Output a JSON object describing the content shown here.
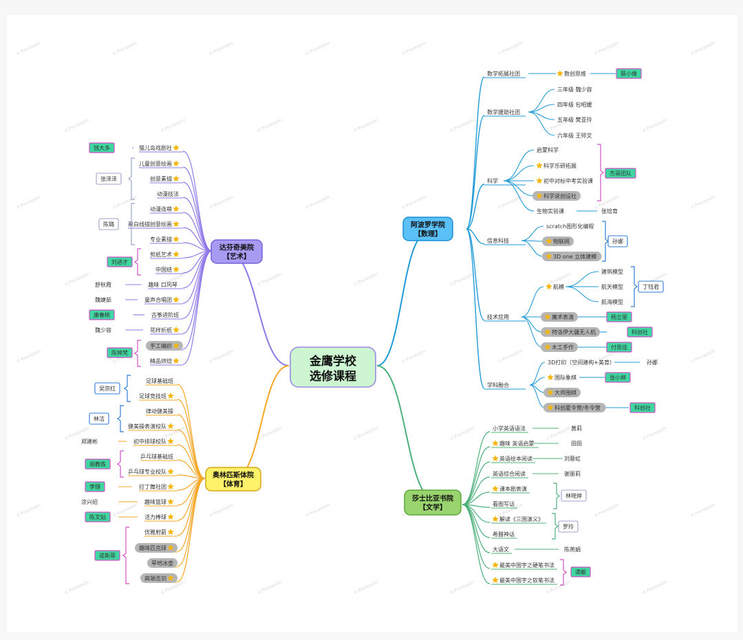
{
  "center": "金鹰学校\n选修课程",
  "watermark": "ProcessOn",
  "branches": [
    {
      "id": "math",
      "label": "阿波罗学院\n【数理】",
      "fill": "#5bc0f8",
      "stroke": "#1b8ed6",
      "line": "#1f9ad8",
      "children": [
        {
          "label": "数学拓展社团",
          "children": [
            {
              "label": "数创思维",
              "star": true,
              "children": [
                {
                  "label": "蔡小倩",
                  "style": "green"
                }
              ]
            }
          ]
        },
        {
          "label": "数学援助社团",
          "children": [
            {
              "label": "三年级 魏少容"
            },
            {
              "label": "四年级 包昭媛"
            },
            {
              "label": "五年级 樊亚玲"
            },
            {
              "label": "六年级 王师文"
            }
          ]
        },
        {
          "label": "科学",
          "children": [
            {
              "label": "启蒙科学"
            },
            {
              "label": "科学乐研拓展",
              "star": true
            },
            {
              "label": "初中对标中考实验课",
              "star": true
            },
            {
              "label": "科学说创设社",
              "star": true,
              "style": "gray"
            },
            {
              "label": "生物实验课",
              "children": [
                {
                  "label": "张培育"
                }
              ]
            }
          ]
        },
        {
          "label": "信息科技",
          "children": [
            {
              "label": "scratch图形化编程"
            },
            {
              "label": "物联网",
              "star": true,
              "style": "gray"
            },
            {
              "label": "3D one 立体建模",
              "star": true,
              "style": "gray"
            }
          ]
        },
        {
          "label": "技术应用",
          "children": [
            {
              "label": "航模",
              "star": true,
              "children": [
                {
                  "label": "建筑模型"
                },
                {
                  "label": "航天模型"
                },
                {
                  "label": "航海模型"
                }
              ]
            },
            {
              "label": "魔术表演",
              "star": true,
              "style": "gray",
              "children": [
                {
                  "label": "杨立丽",
                  "style": "green"
                }
              ]
            },
            {
              "label": "特洛伊大疆无人机",
              "star": true,
              "style": "gray",
              "children": [
                {
                  "label": "科创社",
                  "style": "green"
                }
              ]
            },
            {
              "label": "木工手作",
              "star": true,
              "style": "gray",
              "children": [
                {
                  "label": "付思佳",
                  "style": "green"
                }
              ]
            }
          ]
        },
        {
          "label": "学科融合",
          "children": [
            {
              "label": "3D打印（空间建构+美育）",
              "children": [
                {
                  "label": "孙娜"
                }
              ]
            },
            {
              "label": "国际象棋",
              "star": true,
              "children": [
                {
                  "label": "张小婷",
                  "style": "green"
                }
              ]
            },
            {
              "label": "大师围棋",
              "star": true,
              "style": "gray"
            },
            {
              "label": "科创夏令营/冬令营",
              "star": true,
              "style": "gray",
              "children": [
                {
                  "label": "科创社",
                  "style": "green"
                }
              ]
            }
          ]
        }
      ],
      "groups": [
        {
          "label": "杰哥团队",
          "style": "green"
        },
        {
          "label": "孙娜",
          "style": "blue"
        },
        {
          "label": "丁钰君",
          "style": "blue"
        }
      ]
    },
    {
      "id": "lit",
      "label": "莎士比亚书院\n【文学】",
      "fill": "#9ad46e",
      "stroke": "#5aa63b",
      "line": "#4cb07a",
      "children": [
        {
          "label": "小学英语语法",
          "children": [
            {
              "label": "黄莉"
            }
          ]
        },
        {
          "label": "趣味 英语启蒙",
          "star": true,
          "children": [
            {
              "label": "田田"
            }
          ]
        },
        {
          "label": "英语绘本阅读",
          "star": true,
          "children": [
            {
              "label": "刘蓉虹"
            }
          ]
        },
        {
          "label": "英语综合阅读",
          "children": [
            {
              "label": "谢丽莉"
            }
          ]
        },
        {
          "label": "课本剧表演",
          "star": true
        },
        {
          "label": "看图写话"
        },
        {
          "label": "解读《三国演义》",
          "star": true
        },
        {
          "label": "希腊神话"
        },
        {
          "label": "大语文",
          "children": [
            {
              "label": "陈燕娟"
            }
          ]
        },
        {
          "label": "最美中国字之硬笔书法",
          "star": true
        },
        {
          "label": "最美中国字之软笔书法",
          "star": true
        }
      ],
      "groups": [
        {
          "label": "林晓婷",
          "style": "white"
        },
        {
          "label": "罗玲",
          "style": "white"
        },
        {
          "label": "谭靓",
          "style": "green"
        }
      ]
    },
    {
      "id": "art",
      "label": "达芬奇美院\n【艺术】",
      "fill": "#a79af2",
      "stroke": "#7560d8",
      "line": "#8e78e8",
      "children": [
        {
          "label": "猫儿岛戏剧社",
          "star": true,
          "teacher": "钱大多",
          "tstyle": "green"
        },
        {
          "label": "儿童创意绘画",
          "star": true
        },
        {
          "label": "创意素描",
          "star": true
        },
        {
          "label": "动漫技法"
        },
        {
          "label": "动漫连萌",
          "star": true
        },
        {
          "label": "黑白线描创意绘画",
          "star": true
        },
        {
          "label": "专业素描",
          "star": true
        },
        {
          "label": "剪纸艺术",
          "star": true
        },
        {
          "label": "中国结",
          "star": true
        },
        {
          "label": "趣味 口风琴",
          "teacher": "舒秋霞"
        },
        {
          "label": "童声合唱团",
          "star": true,
          "teacher": "魏婕茹"
        },
        {
          "label": "古筝进阶班",
          "teacher": "康春桃",
          "tstyle": "green"
        },
        {
          "label": "花样折纸",
          "star": true,
          "teacher": "魏少容"
        },
        {
          "label": "手工编织",
          "star": true,
          "style": "gray"
        },
        {
          "label": "精品烘焙",
          "star": true
        }
      ],
      "groups": [
        {
          "label": "张泽泽",
          "style": "white"
        },
        {
          "label": "陈璐",
          "style": "white"
        },
        {
          "label": "刘进才",
          "style": "green"
        },
        {
          "label": "陈婷梵",
          "style": "green"
        }
      ]
    },
    {
      "id": "sport",
      "label": "奥林匹斯体院\n【体育】",
      "fill": "#fff26b",
      "stroke": "#d9a419",
      "line": "#f5a623",
      "children": [
        {
          "label": "足球基础班"
        },
        {
          "label": "足球竞技班",
          "star": true
        },
        {
          "label": "律动健美操"
        },
        {
          "label": "健美操表演校队",
          "star": true
        },
        {
          "label": "初中排球校队",
          "star": true,
          "teacher": "郑建彬"
        },
        {
          "label": "乒乓球基础班"
        },
        {
          "label": "乒乓球专业校队",
          "star": true
        },
        {
          "label": "拉丁舞社团",
          "star": true,
          "teacher": "李理",
          "tstyle": "green"
        },
        {
          "label": "趣味篮球",
          "star": true,
          "teacher": "涂兴绍"
        },
        {
          "label": "活力棒球",
          "star": true,
          "teacher": "陈文灿",
          "tstyle": "green"
        },
        {
          "label": "优雅射箭",
          "star": true
        },
        {
          "label": "趣味匹克球",
          "star": true,
          "style": "gray"
        },
        {
          "label": "旱地冰壶",
          "style": "gray"
        },
        {
          "label": "高端击剑",
          "star": true,
          "style": "gray"
        }
      ],
      "groups": [
        {
          "label": "吴宗红",
          "style": "blue"
        },
        {
          "label": "林洁",
          "style": "blue"
        },
        {
          "label": "胡教练",
          "style": "green"
        },
        {
          "label": "诺斯蒂",
          "style": "green"
        }
      ]
    }
  ]
}
